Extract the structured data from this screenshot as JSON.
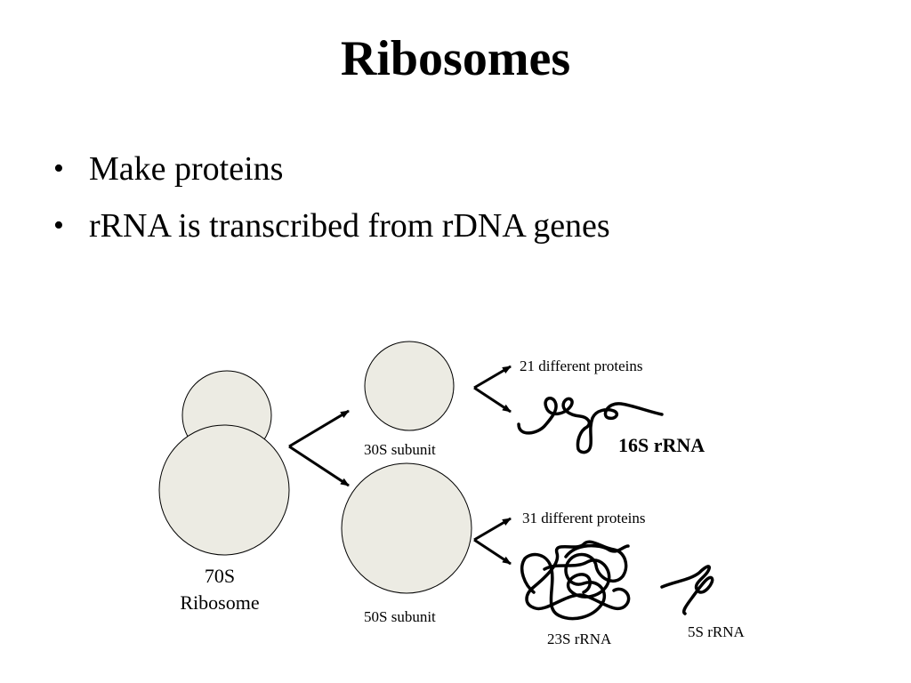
{
  "slide": {
    "title": "Ribosomes",
    "bullets": [
      "Make proteins",
      "rRNA is transcribed from rDNA genes"
    ]
  },
  "diagram": {
    "ribosome_line1": "70S",
    "ribosome_line2": "Ribosome",
    "small_subunit": "30S subunit",
    "large_subunit": "50S subunit",
    "small_proteins": "21 different proteins",
    "small_rrna": "16S rRNA",
    "large_proteins": "31 different proteins",
    "large_rrna_23s": "23S rRNA",
    "large_rrna_5s": "5S rRNA"
  },
  "colors": {
    "subunit_fill": "#ecebe3",
    "stroke": "#000000"
  }
}
